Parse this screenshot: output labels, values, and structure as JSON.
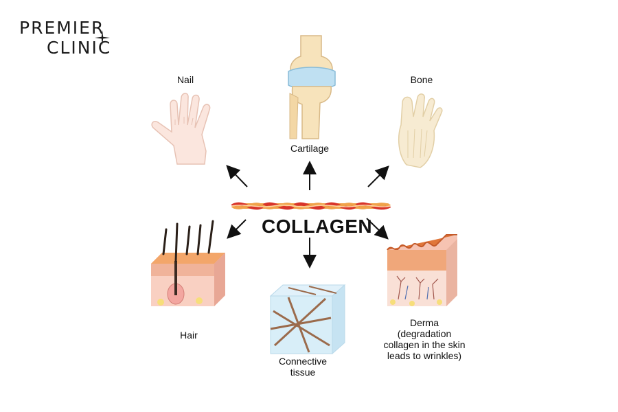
{
  "logo": {
    "line1": "PREMIER",
    "line2": "CLINIC"
  },
  "center": {
    "title": "COLLAGEN"
  },
  "items": {
    "nail": "Nail",
    "cartilage": "Cartilage",
    "bone": "Bone",
    "hair": "Hair",
    "connective": [
      "Connective",
      "tissue"
    ],
    "derma": [
      "Derma",
      "(degradation",
      "collagen in the skin",
      "leads to wrinkles)"
    ]
  },
  "colors": {
    "collagen_red": "#d8342a",
    "collagen_orange": "#f0a24a",
    "skin_pink": "#f6c3b2",
    "cartilage_blue": "#bfe0f2",
    "bone_cream": "#f7e3bb"
  }
}
